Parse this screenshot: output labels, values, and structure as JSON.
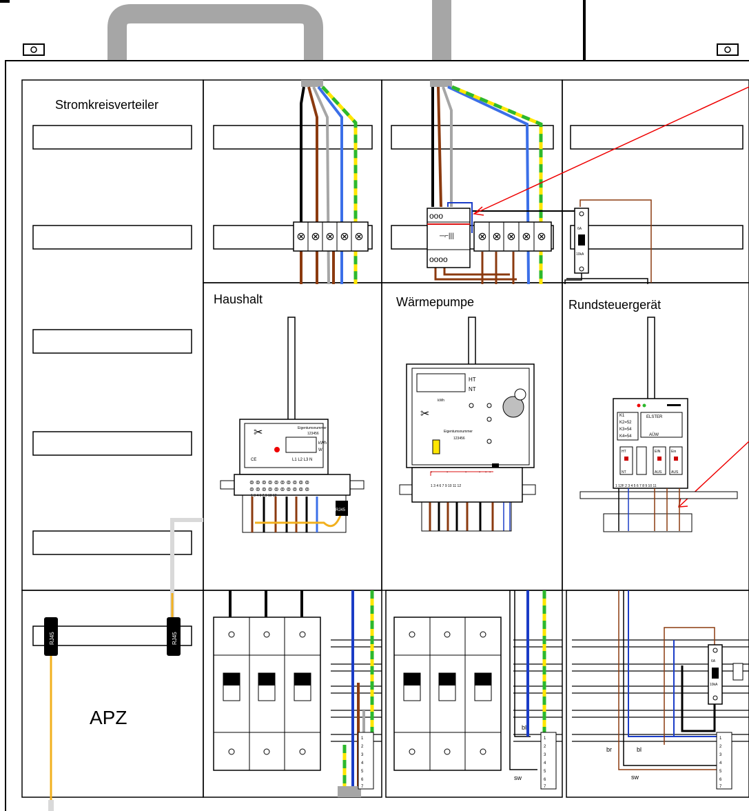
{
  "labels": {
    "stromkreisverteiler": "Stromkreisverteiler",
    "haushalt": "Haushalt",
    "waermepumpe": "Wärmepumpe",
    "rundsteuergeraet": "Rundsteuergerät",
    "apz": "APZ",
    "rj45": "RJ45",
    "bl": "bl",
    "br": "br",
    "sw": "sw"
  },
  "meter_haushalt": {
    "eigentum": "Eigentumsnummer",
    "number": "123456",
    "kwh": "kWh",
    "w": "W",
    "ce": "CE",
    "phases": "L1  L2  L3  N",
    "terminals": [
      "1",
      "3",
      "4",
      "6",
      "7",
      "9",
      "10",
      "12"
    ]
  },
  "meter_wp": {
    "ht": "HT",
    "nt": "NT",
    "kwh": "kWh",
    "eigentum": "Eigentumsnummer",
    "number": "123456",
    "terminals": [
      "1",
      "3",
      "4",
      "6",
      "7",
      "9",
      "10",
      "11",
      "12"
    ]
  },
  "rse": {
    "k_lines": [
      "K1",
      "K2=52",
      "K3=54",
      "K4=54"
    ],
    "brand": "ELSTER",
    "auw": "AÜW",
    "ht": "HT",
    "nt": "NT",
    "ein1": "EIN",
    "aus1": "AUS",
    "ein2": "Ein",
    "aus2": "AUS",
    "terminals": [
      "1",
      "12F",
      "2",
      "3",
      "4",
      "5",
      "6",
      "7",
      "8",
      "9",
      "10",
      "11"
    ]
  },
  "breaker": {
    "rating": "6A",
    "ka": "10kA"
  },
  "terminal_numbers": [
    "1",
    "2",
    "3",
    "4",
    "5",
    "6",
    "7"
  ]
}
